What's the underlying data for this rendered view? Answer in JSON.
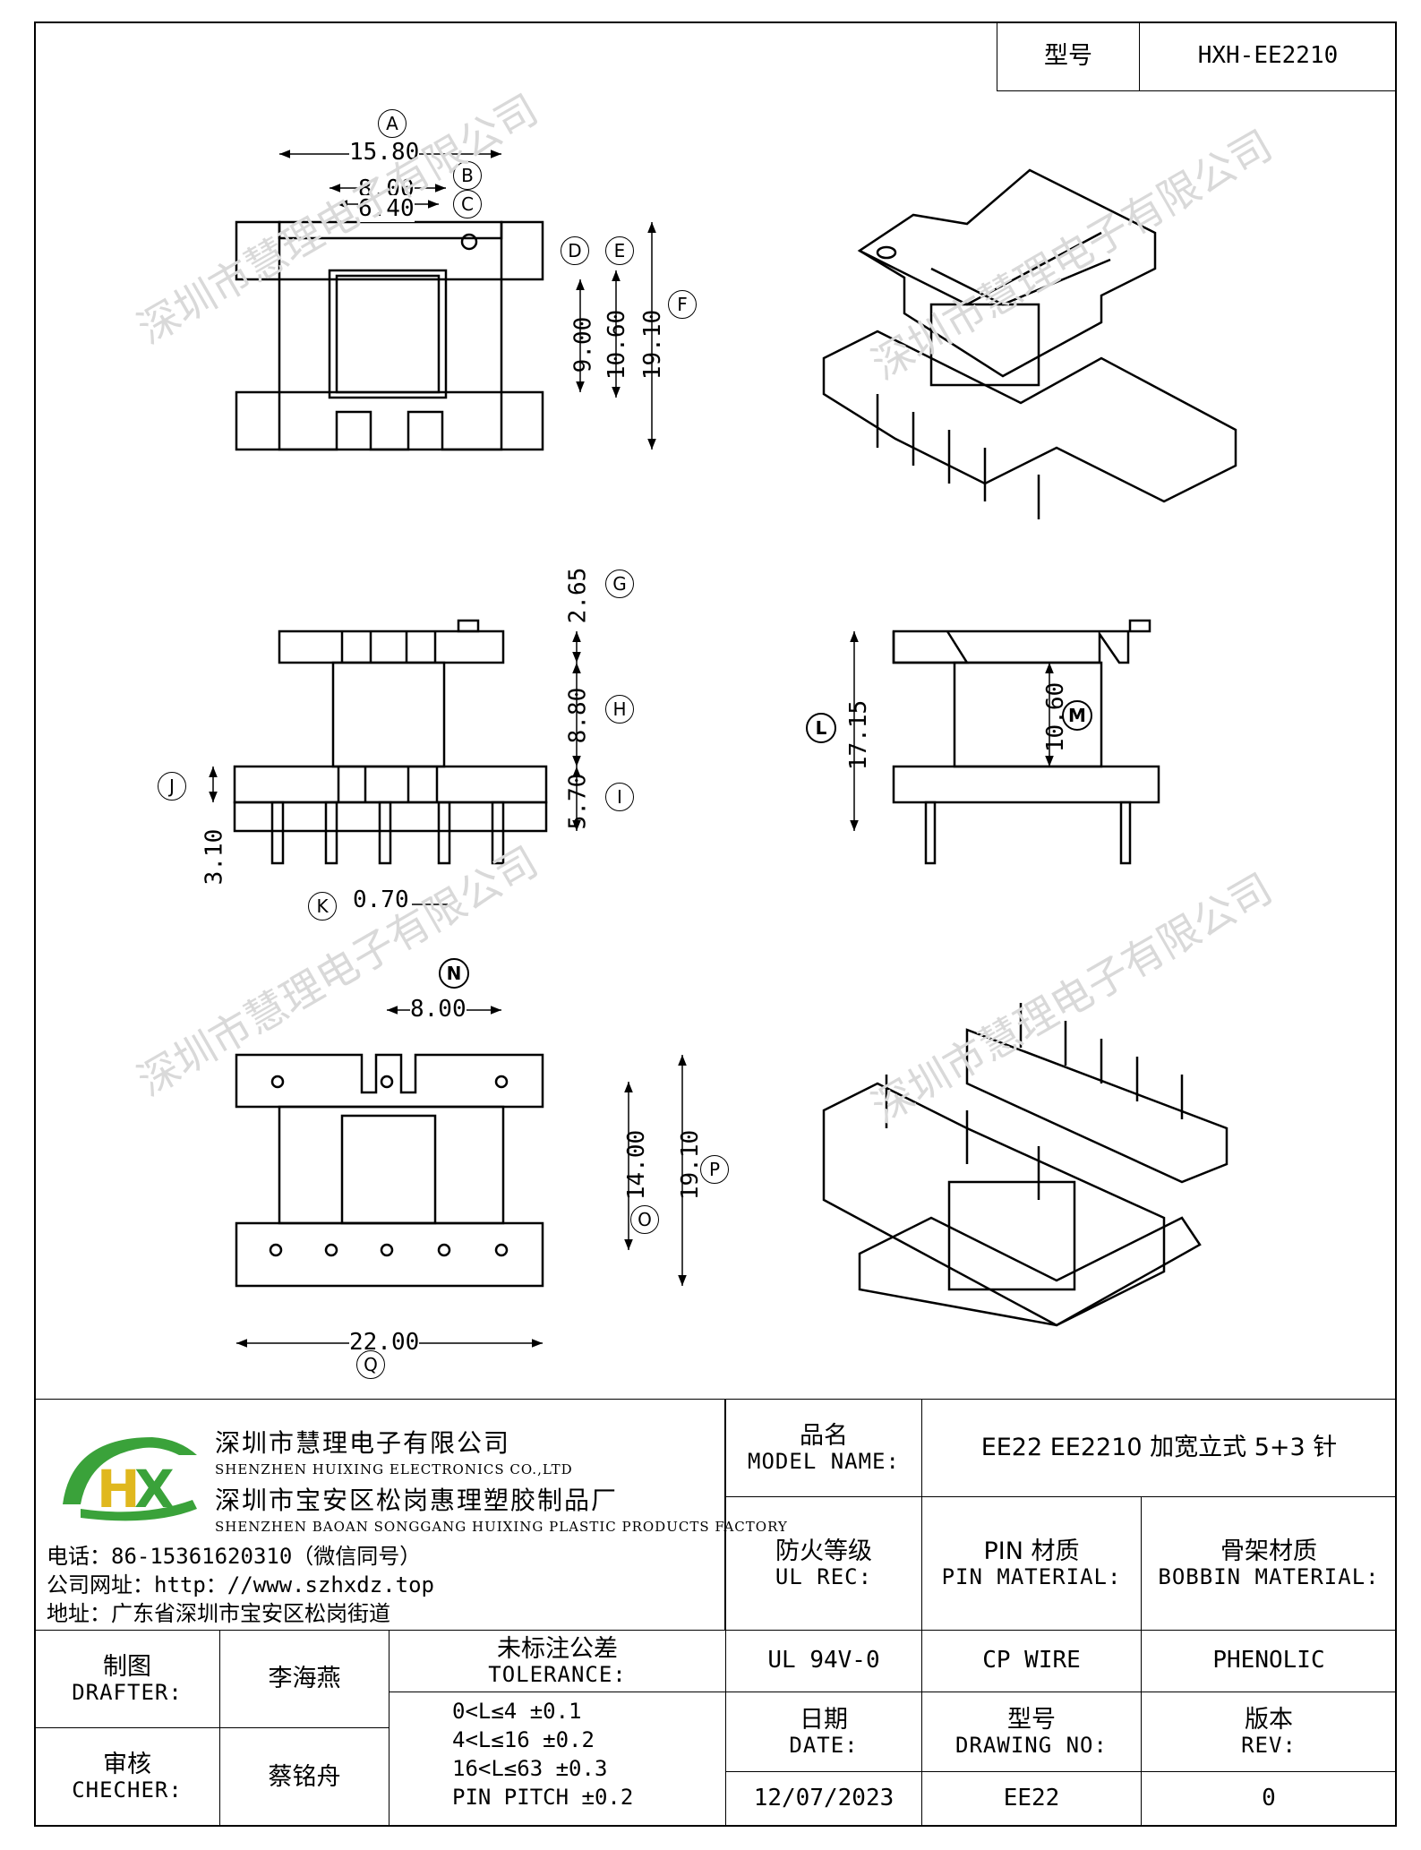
{
  "title_block": {
    "model_label": "型号",
    "model_value": "HXH-EE2210"
  },
  "dimensions": {
    "A": "15.80",
    "B": "8.00",
    "C": "6.40",
    "D_val": "9.00",
    "E_val": "10.60",
    "F_val": "19.10",
    "G_val": "2.65",
    "H_val": "8.80",
    "I_val": "5.70",
    "J_val": "3.10",
    "K_val": "0.70",
    "L_val": "17.15",
    "M_val": "10.60",
    "N_val": "8.00",
    "O_val": "14.00",
    "P_val": "19.10",
    "Q_val": "22.00"
  },
  "callouts": [
    "A",
    "B",
    "C",
    "D",
    "E",
    "F",
    "G",
    "H",
    "I",
    "J",
    "K",
    "L",
    "M",
    "N",
    "O",
    "P",
    "Q"
  ],
  "watermark": "深圳市慧理电子有限公司",
  "company": {
    "name1": "深圳市慧理电子有限公司",
    "name1_en": "SHENZHEN HUIXING ELECTRONICS CO.,LTD",
    "name2": "深圳市宝安区松岗惠理塑胶制品厂",
    "name2_en": "SHENZHEN BAOAN SONGGANG HUIXING PLASTIC PRODUCTS FACTORY",
    "logo_text_h": "H",
    "logo_text_x": "X",
    "phone": "电话：86-15361620310（微信同号）",
    "website": "公司网址：http：//www.szhxdz.top",
    "address": "地址：广东省深圳市宝安区松岗街道"
  },
  "table": {
    "model_name_cn": "品名",
    "model_name_en": "MODEL NAME:",
    "model_name_value": "EE22 EE2210 加宽立式 5+3 针",
    "ul_cn": "防火等级",
    "ul_en": "UL REC:",
    "pin_cn": "PIN 材质",
    "pin_en": "PIN MATERIAL:",
    "bobbin_cn": "骨架材质",
    "bobbin_en": "BOBBIN MATERIAL:",
    "ul_value": "UL 94V-0",
    "pin_value": "CP WIRE",
    "bobbin_value": "PHENOLIC",
    "drafter_cn": "制图",
    "drafter_en": "DRAFTER:",
    "drafter_name": "李海燕",
    "checker_cn": "审核",
    "checker_en": "CHECHER:",
    "checker_name": "蔡铭舟",
    "tol_cn": "未标注公差",
    "tol_en": "TOLERANCE:",
    "tol_lines": [
      "0<L≤4  ±0.1",
      "4<L≤16 ±0.2",
      "16<L≤63 ±0.3",
      "PIN PITCH ±0.2"
    ],
    "date_cn": "日期",
    "date_en": "DATE:",
    "dwg_cn": "型号",
    "dwg_en": "DRAWING NO:",
    "rev_cn": "版本",
    "rev_en": "REV:",
    "date_value": "12/07/2023",
    "dwg_value": "EE22",
    "rev_value": "0"
  },
  "colors": {
    "logo_green": "#3aa23a",
    "logo_yellow": "#e0b81e",
    "watermark": "#d9d9d9"
  }
}
